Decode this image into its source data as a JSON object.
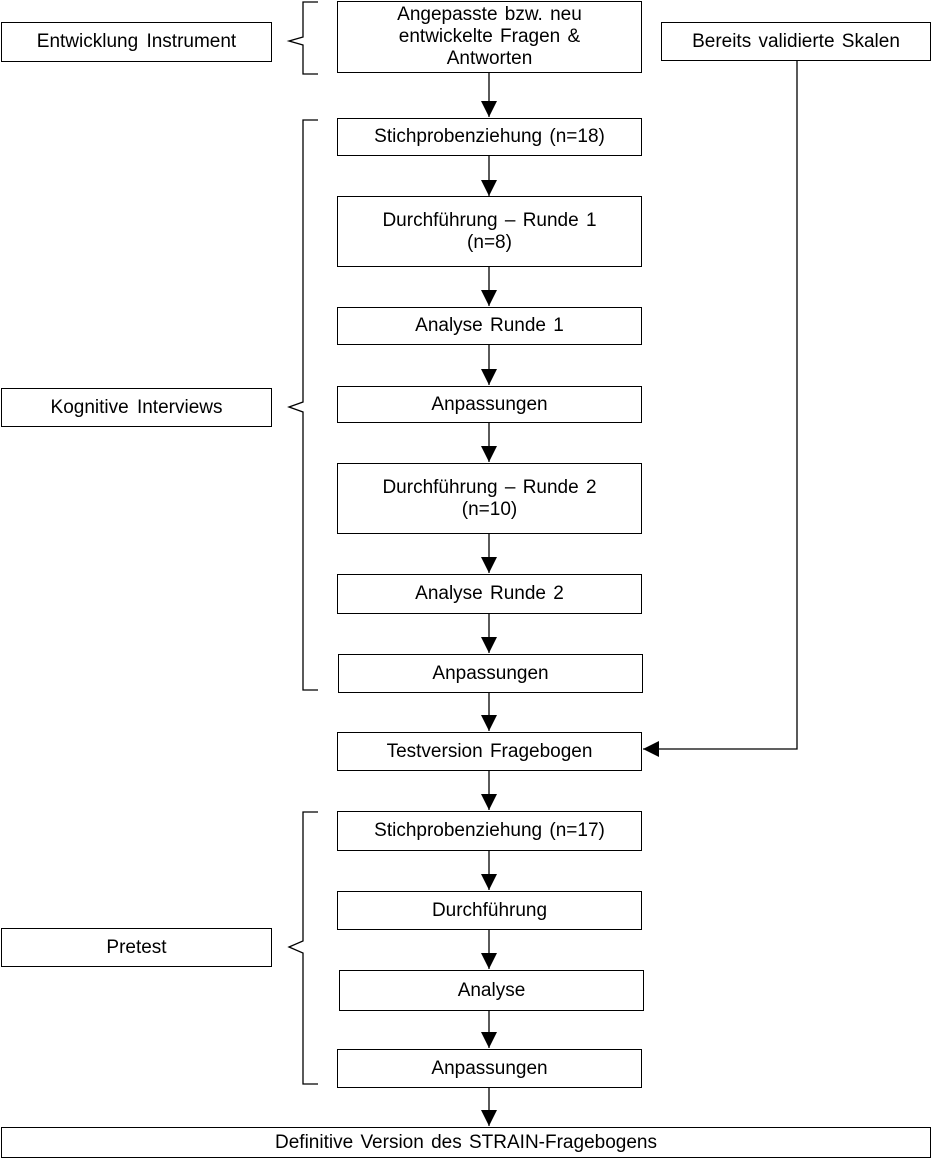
{
  "phase_labels": {
    "development": "Entwicklung Instrument",
    "cognitive": "Kognitive Interviews",
    "pretest": "Pretest"
  },
  "side_box": "Bereits validierte Skalen",
  "steps": {
    "adapted_questions": "Angepasste bzw. neu\nentwickelte Fragen &\nAntworten",
    "sampling_1": "Stichprobenziehung (n=18)",
    "conduct_round_1": "Durchführung – Runde 1\n(n=8)",
    "analysis_round_1": "Analyse Runde 1",
    "adjustments_1": "Anpassungen",
    "conduct_round_2": "Durchführung – Runde 2\n(n=10)",
    "analysis_round_2": "Analyse Runde 2",
    "adjustments_2": "Anpassungen",
    "test_version": "Testversion Fragebogen",
    "sampling_2": "Stichprobenziehung (n=17)",
    "conduct_pretest": "Durchführung",
    "analysis_pretest": "Analyse",
    "adjustments_3": "Anpassungen",
    "final_version": "Definitive Version des STRAIN-Fragebogens"
  }
}
